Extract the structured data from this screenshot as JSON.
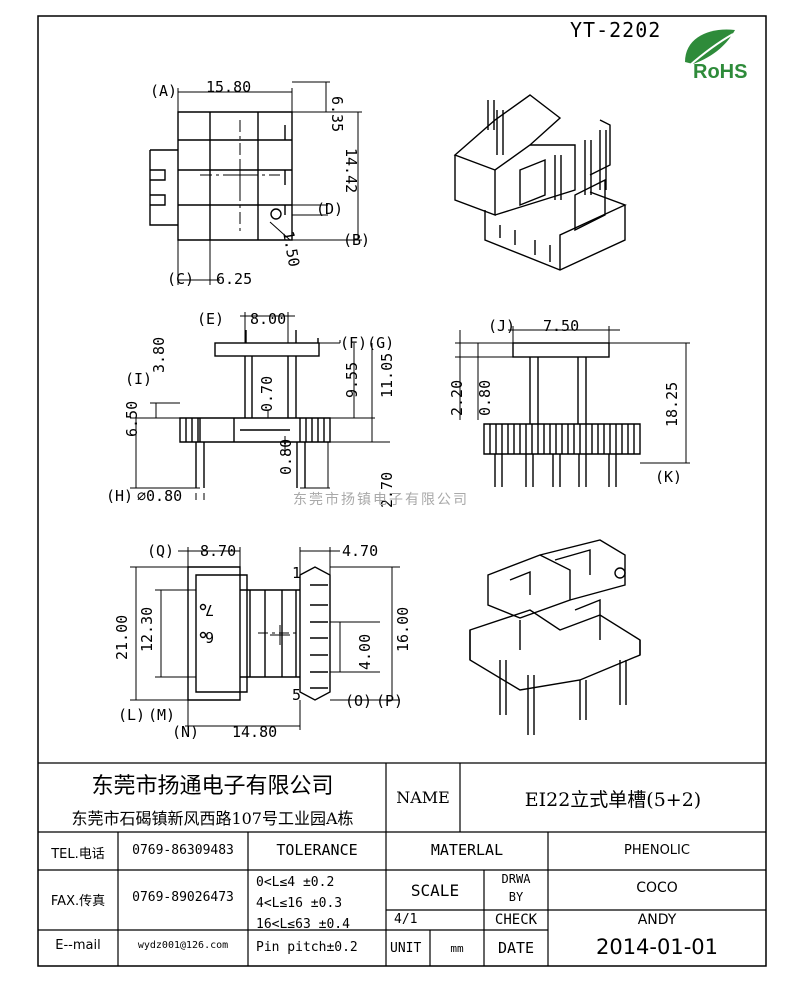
{
  "header": {
    "part_no": "YT-2202",
    "rohs_label": "RoHS"
  },
  "watermark": "东莞市扬镇电子有限公司",
  "dims": {
    "top_view": {
      "A": "(A)",
      "B": "(B)",
      "C": "(C)",
      "D": "(D)",
      "w_a": "15.80",
      "h_b": "14.42",
      "d_top": "6.35",
      "w_c": "6.25",
      "pin_d": "1.50"
    },
    "side_view": {
      "E": "(E)",
      "F": "(F)",
      "G": "(G)",
      "H": "(H)",
      "I": "(I)",
      "w_e": "8.00",
      "h_f": "9.55",
      "h_g": "11.05",
      "h_i": "3.80",
      "h_650": "6.50",
      "t_070": "0.70",
      "t_080": "0.80",
      "pin_h": "2.70",
      "pin_d": "0.80",
      "h_label": "(H)"
    },
    "front_view": {
      "J": "(J)",
      "K": "(K)",
      "w_j": "7.50",
      "h_220": "2.20",
      "h_080": "0.80",
      "h_k": "18.25"
    },
    "bottom_view": {
      "Q": "(Q)",
      "L": "(L)",
      "M": "(M)",
      "N": "(N)",
      "O": "(O)",
      "P": "(P)",
      "w_q": "8.70",
      "w_r": "4.70",
      "h_l": "21.00",
      "h_m": "12.30",
      "w_n": "14.80",
      "h_o": "4.00",
      "h_p": "16.00",
      "pin7": "7",
      "pin6": "6",
      "pin1": "1",
      "pin5": "5"
    }
  },
  "title_block": {
    "company": "东莞市扬通电子有限公司",
    "address": "东莞市石碣镇新风西路107号工业园A栋",
    "name_label": "NAME",
    "name_value": "EI22立式单槽(5+2)",
    "tel_label": "TEL.电话",
    "tel_value": "0769-86309483",
    "tolerance_label": "TOLERANCE",
    "material_label": "MATERLAL",
    "material_value": "PHENOLIC",
    "fax_label": "FAX.传真",
    "fax_value": "0769-89026473",
    "tol1": "0<L≤4   ±0.2",
    "tol2": "4<L≤16  ±0.3",
    "tol3": "16<L≤63 ±0.4",
    "tol4": "Pin pitch±0.2",
    "scale_label": "SCALE",
    "scale_value": "4/1",
    "drwa_label": "DRWA",
    "by_label": "BY",
    "drwa_value": "COCO",
    "check_label": "CHECK",
    "check_value": "ANDY",
    "email_label": "E--mail",
    "email_value": "wydz001@126.com",
    "unit_label": "UNIT",
    "unit_value": "mm",
    "date_label": "DATE",
    "date_value": "2014-01-01"
  }
}
